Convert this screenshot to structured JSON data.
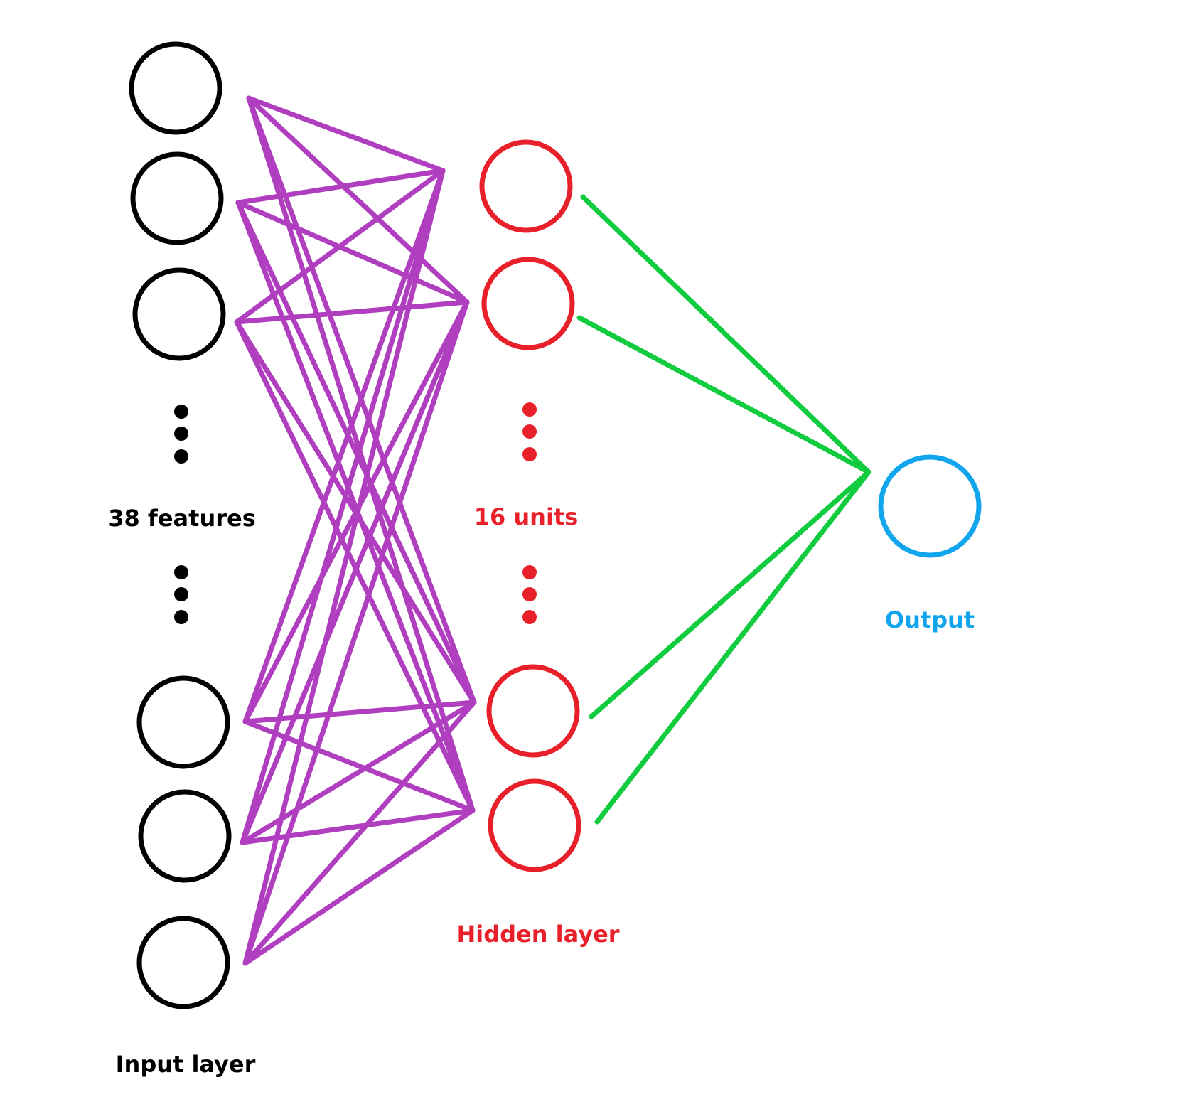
{
  "colors": {
    "input": "#000000",
    "hidden": "#e8202a",
    "output": "#10a5ec",
    "input_hidden_edges": "#b03fbf",
    "hidden_output_edges": "#10cc3e"
  },
  "labels": {
    "features": "38 features",
    "units": "16 units",
    "output": "Output",
    "hidden_layer": "Hidden layer",
    "input_layer": "Input layer"
  }
}
